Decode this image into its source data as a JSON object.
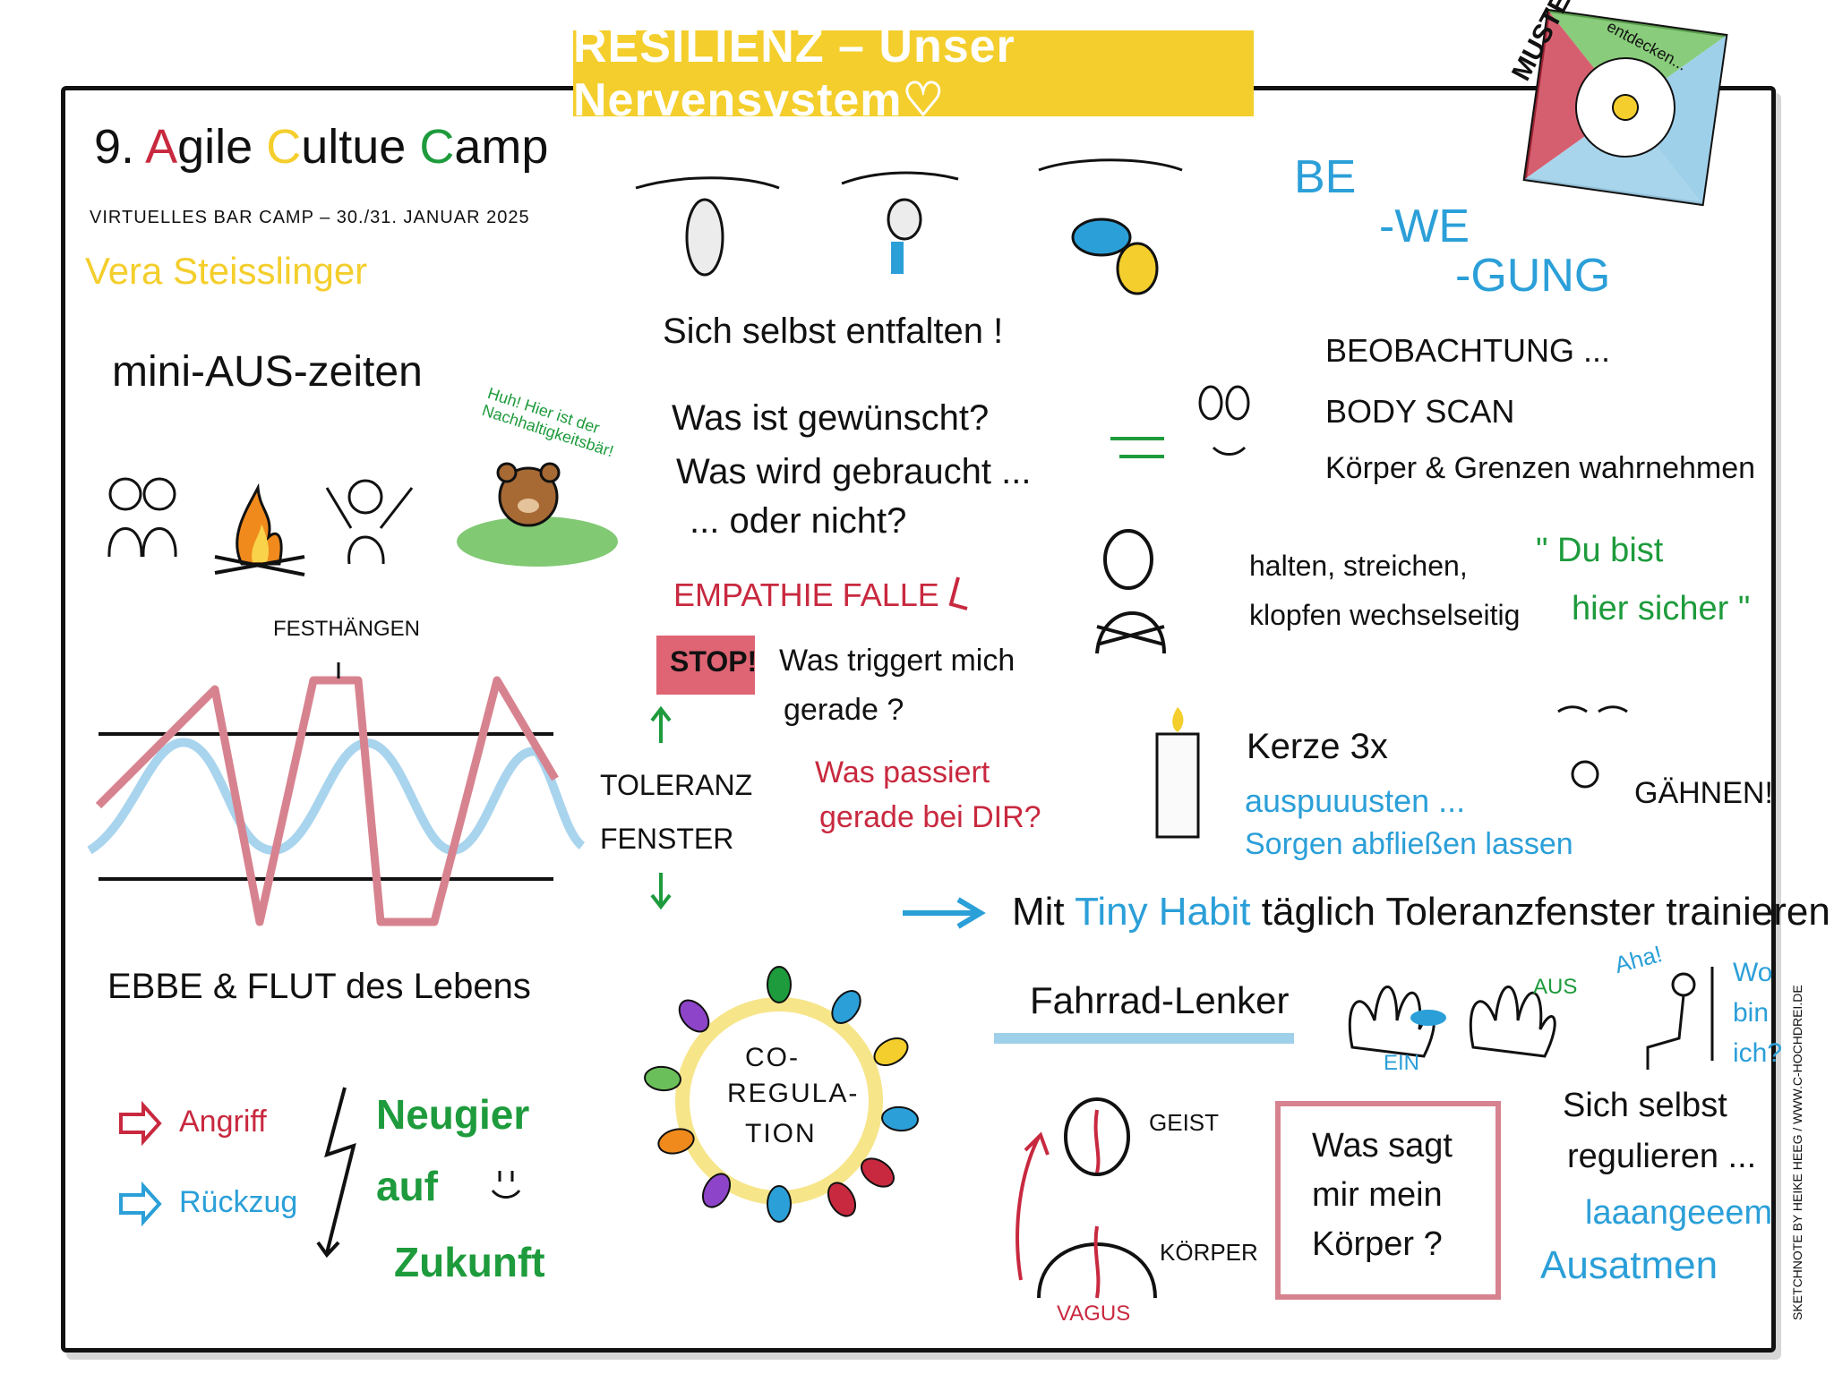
{
  "header": {
    "title": "RESILIENZ – Unser Nervensystem♡"
  },
  "event": {
    "number": "9.",
    "word1_initial": "A",
    "word1_rest": "gile",
    "word2_initial": "C",
    "word2_rest": "ultue",
    "word3_initial": "C",
    "word3_rest": "amp",
    "subtitle": "VIRTUELLES BAR CAMP  –  30./31. JANUAR 2025",
    "speaker": "Vera Steisslinger"
  },
  "muster": {
    "label": "MUSTER",
    "sublabel": "entdecken..."
  },
  "sections": {
    "mini_aus": "mini-AUS-zeiten",
    "bear_note": "Huh! Hier ist der Nachhaltigkeitsbär!",
    "festhaengen": "FESTHÄNGEN",
    "ebbe_flut": "EBBE & FLUT des Lebens",
    "angriff": "Angriff",
    "rueckzug": "Rückzug",
    "neugier1": "Neugier",
    "neugier2": "auf",
    "neugier3": "Zukunft",
    "entfalten": "Sich selbst entfalten !",
    "q1": "Was ist gewünscht?",
    "q2": "Was wird gebraucht ...",
    "q3": "... oder nicht?",
    "empathie": "EMPATHIE FALLE",
    "stop": "STOP!",
    "trigger1": "Was triggert mich",
    "trigger2": "gerade ?",
    "passiert1": "Was passiert",
    "passiert2": "gerade bei DIR?",
    "toleranz1": "TOLERANZ",
    "toleranz2": "FENSTER",
    "coreg1": "CO-",
    "coreg2": "REGULA-",
    "coreg3": "TION",
    "be": "BE",
    "we": "-WE",
    "gung": "-GUNG",
    "beob": "BEOBACHTUNG ...",
    "body_scan": "BODY SCAN",
    "koerper_grenzen": "Körper & Grenzen wahrnehmen",
    "halten1": "halten, streichen,",
    "halten2": "klopfen wechselseitig",
    "sicher1": "\" Du bist",
    "sicher2": "hier sicher \"",
    "kerze": "Kerze 3x",
    "auspusten": "auspuuusten ...",
    "sorgen": "Sorgen abfließen lassen",
    "gaehnen": "GÄHNEN!",
    "tiny_pre": "Mit",
    "tiny_mid": "Tiny Habit",
    "tiny_post": "täglich Toleranzfenster trainieren",
    "fahrrad": "Fahrrad-Lenker",
    "aus": "AUS",
    "ein": "EIN",
    "aha": "Aha!",
    "wo1": "Wo",
    "wo2": "bin",
    "wo3": "ich?",
    "geist": "GEIST",
    "koerper": "KÖRPER",
    "vagus": "VAGUS",
    "sagt1": "Was sagt",
    "sagt2": "mir mein",
    "sagt3": "Körper ?",
    "reg1": "Sich selbst",
    "reg2": "regulieren ...",
    "reg3": "laaangeeem",
    "reg4": "Ausatmen",
    "credit": "SKETCHNOTE BY HEIKE HEEG / WWW.C-HOCHDREI.DE"
  },
  "colors": {
    "yellow": "#f4ce2c",
    "red": "#c8293f",
    "blue": "#2b9fd8",
    "green": "#1e9b3c",
    "pink": "#d7838f",
    "lightblue": "#9fd0ea"
  }
}
